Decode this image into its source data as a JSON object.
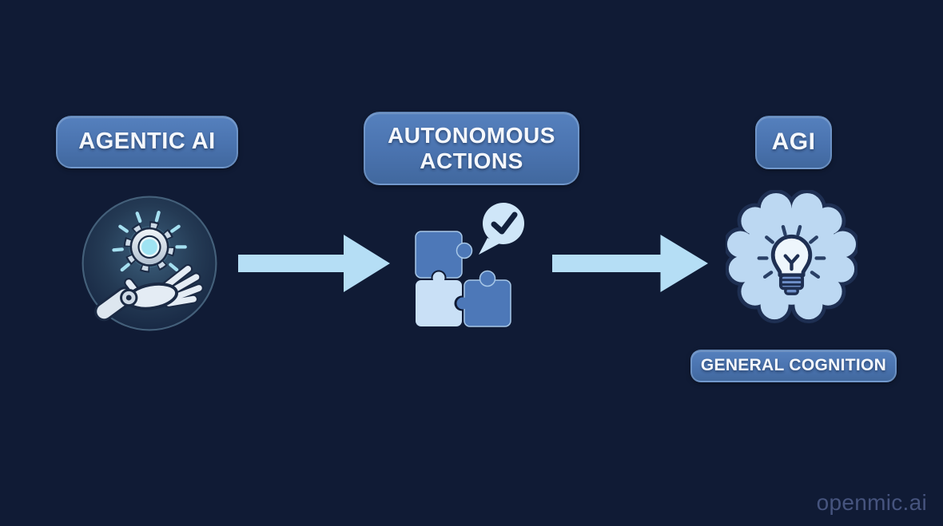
{
  "diagram": {
    "type": "flow",
    "nodes": [
      {
        "id": "agentic-ai",
        "label": "AGENTIC AI",
        "icon": "robot-hand-gear-icon"
      },
      {
        "id": "autonomous-actions",
        "label": "AUTONOMOUS ACTIONS",
        "icon": "puzzle-check-icon"
      },
      {
        "id": "agi",
        "label": "AGI",
        "sublabel": "GENERAL COGNITION",
        "icon": "brain-lightbulb-icon"
      }
    ],
    "arrows": [
      {
        "from": "agentic-ai",
        "to": "autonomous-actions"
      },
      {
        "from": "autonomous-actions",
        "to": "agi"
      }
    ]
  },
  "watermark": "openmic.ai",
  "colors": {
    "background": "#101b35",
    "pill_blue": "#4a73af",
    "pill_text": "#f5f8fc",
    "arrow_light_blue": "#b5def5",
    "icon_light_blue": "#c9e0f6",
    "icon_medium_blue": "#4d78b8",
    "outline_navy": "#1b2a44",
    "glow_cyan": "#9fe3f2",
    "watermark_text": "#46547e"
  }
}
